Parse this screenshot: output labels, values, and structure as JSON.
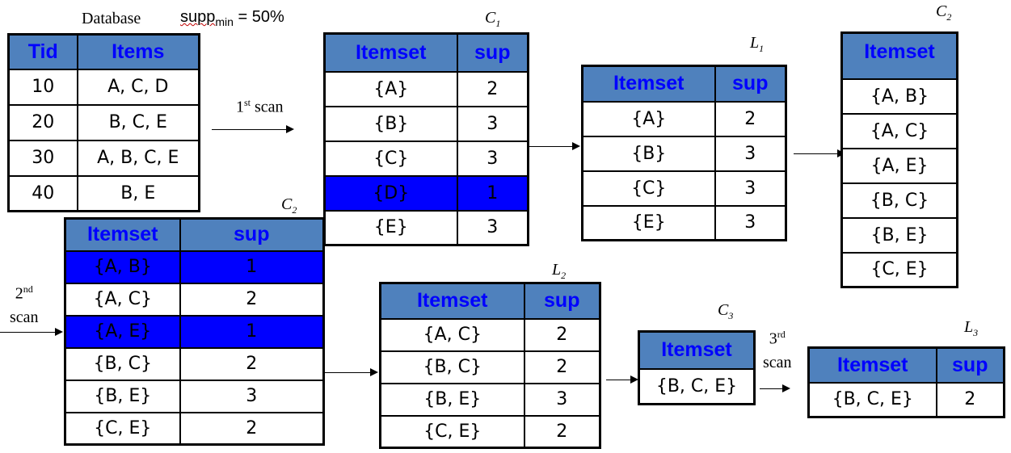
{
  "header": {
    "database_label": "Database",
    "supp_prefix": "supp",
    "supp_sub": "min",
    "supp_rest": " = 50%"
  },
  "labels": {
    "c1": {
      "main": "C",
      "sub": "1"
    },
    "l1": {
      "main": "L",
      "sub": "1"
    },
    "c2_top": {
      "main": "C",
      "sub": "2"
    },
    "c2_mid": {
      "main": "C",
      "sub": "2"
    },
    "l2": {
      "main": "L",
      "sub": "2"
    },
    "c3": {
      "main": "C",
      "sub": "3"
    },
    "l3": {
      "main": "L",
      "sub": "3"
    },
    "scan1": {
      "num": "1",
      "suffix": "st",
      "word": " scan"
    },
    "scan2": {
      "num": "2",
      "suffix": "nd",
      "word": "scan"
    },
    "scan3": {
      "num": "3",
      "suffix": "rd",
      "word": "scan"
    }
  },
  "tables": {
    "database": {
      "headers": [
        "Tid",
        "Items"
      ],
      "rows": [
        [
          "10",
          "A, C, D"
        ],
        [
          "20",
          "B, C, E"
        ],
        [
          "30",
          "A, B, C, E"
        ],
        [
          "40",
          "B, E"
        ]
      ]
    },
    "c1": {
      "headers": [
        "Itemset",
        "sup"
      ],
      "rows": [
        [
          "{A}",
          "2"
        ],
        [
          "{B}",
          "3"
        ],
        [
          "{C}",
          "3"
        ],
        [
          "{D}",
          "1"
        ],
        [
          "{E}",
          "3"
        ]
      ],
      "highlight": [
        3
      ]
    },
    "l1": {
      "headers": [
        "Itemset",
        "sup"
      ],
      "rows": [
        [
          "{A}",
          "2"
        ],
        [
          "{B}",
          "3"
        ],
        [
          "{C}",
          "3"
        ],
        [
          "{E}",
          "3"
        ]
      ]
    },
    "c2_candidates": {
      "headers": [
        "Itemset"
      ],
      "rows": [
        [
          "{A, B}"
        ],
        [
          "{A, C}"
        ],
        [
          "{A, E}"
        ],
        [
          "{B, C}"
        ],
        [
          "{B, E}"
        ],
        [
          "{C, E}"
        ]
      ]
    },
    "c2_counted": {
      "headers": [
        "Itemset",
        "sup"
      ],
      "rows": [
        [
          "{A, B}",
          "1"
        ],
        [
          "{A, C}",
          "2"
        ],
        [
          "{A, E}",
          "1"
        ],
        [
          "{B, C}",
          "2"
        ],
        [
          "{B, E}",
          "3"
        ],
        [
          "{C, E}",
          "2"
        ]
      ],
      "highlight": [
        0,
        2
      ]
    },
    "l2": {
      "headers": [
        "Itemset",
        "sup"
      ],
      "rows": [
        [
          "{A, C}",
          "2"
        ],
        [
          "{B, C}",
          "2"
        ],
        [
          "{B, E}",
          "3"
        ],
        [
          "{C, E}",
          "2"
        ]
      ]
    },
    "c3": {
      "headers": [
        "Itemset"
      ],
      "rows": [
        [
          "{B, C, E}"
        ]
      ]
    },
    "l3": {
      "headers": [
        "Itemset",
        "sup"
      ],
      "rows": [
        [
          "{B, C, E}",
          "2"
        ]
      ]
    }
  },
  "colors": {
    "header_bg": "#4f81bd",
    "header_text": "#0000ff",
    "highlight": "#0000ff"
  }
}
